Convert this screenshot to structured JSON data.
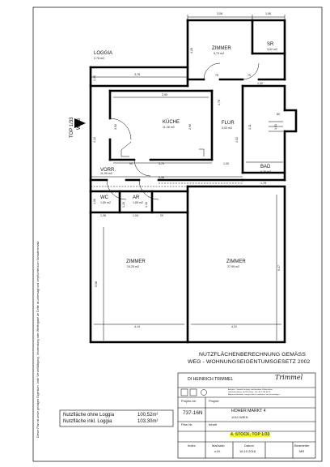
{
  "side_note": "Dieser Plan ist unser geistiges Eigentum. Jede Vervielfältigung, Verwendung oder Weitergabe an Dritte ist untersagt und verpflichtet zum Schadenersatz",
  "unit_label": {
    "top": "TOP 1/33",
    "abbr": "WEG"
  },
  "rooms": {
    "zimmer_top": {
      "name": "ZIMMER",
      "area": "9,73 m2"
    },
    "sr": {
      "name": "SR",
      "area": "3,02 m2"
    },
    "loggia": {
      "name": "LOGGIA",
      "area": "2,78 m2"
    },
    "kueche": {
      "name": "KÜCHE",
      "area": "11,26 m2"
    },
    "flur": {
      "name": "FLUR",
      "area": "3,03 m2"
    },
    "bad": {
      "name": "BAD",
      "area": "6,76 m2"
    },
    "vorr": {
      "name": "VORR.",
      "area": "11,99 m2"
    },
    "wc": {
      "name": "WC",
      "area": "1,60 m2"
    },
    "ar": {
      "name": "AR",
      "area": "1,65 m2"
    },
    "zimmer_left": {
      "name": "ZIMMER",
      "area": "24,25 m2"
    },
    "zimmer_right": {
      "name": "ZIMMER",
      "area": "27,99 m2"
    }
  },
  "dimensions": {
    "d_308": "3,08",
    "d_106": "1,06",
    "d_328": "3,28",
    "d_135": "1,35",
    "d_378": "3,78",
    "d_075": "75",
    "d_390": "3,90",
    "d_132": "1,32",
    "d_178": "1,78",
    "d_290": "2,90",
    "d_392": "3,92",
    "d_111": "1,11",
    "d_080": "80",
    "d_075b": "75",
    "d_412": "4,12",
    "d_101": "1,01",
    "d_452": "4,52",
    "d_178b": "1,78",
    "d_100": "1,00",
    "d_370": "3,70",
    "d_658": "6,58",
    "d_090": "90",
    "d_106b": "1,06",
    "d_136": "1,36",
    "d_120": "1,20",
    "d_110": "1,10",
    "d_104": "1,04",
    "d_598": "5,98",
    "d_647": "6,47",
    "d_414": "4,14",
    "d_431": "4,31",
    "d_020": "20"
  },
  "title": {
    "line1": "NUTZFLÄCHENBERECHNUNG GEMÄSS",
    "line2": "WEG - WOHNUNGSEIGENTUMSGESETZ 2002"
  },
  "areas": {
    "without_label": "Nutzfläche ohne Loggia",
    "without_value": "100,52m²",
    "with_label": "Nutzfläche inkl. Loggia",
    "with_value": "103,30m²"
  },
  "titleblock": {
    "architect": "DI HEINRICH TRIMMEL",
    "signature": "Trimmel",
    "office_lines": [
      "Architekt · Staatlich befugter und beeideter Ziviltechniker",
      "Großfeldsiedlung · A-1210 Wien · Tel +43 1 234 56 78",
      "Allgemein beeideter und gerichtlich zertifizierter Sachverständiger"
    ],
    "project_no_label": "Projekt-Nr.",
    "project_no": "737-16N",
    "project_label": "Projekt",
    "project_name": "HOHER MARKT 4",
    "project_city": "1010 WIEN",
    "plan_no_label": "Plan Nr.",
    "content_label": "Inhalt",
    "content_value": "4. STOCK, TOP 1/33",
    "index_label": "Index",
    "scale_label": "Maßstab",
    "scale_value": "o.M.",
    "date_label": "Datum",
    "date_value": "16.10.2018",
    "drawn_label": "Bearbeiter",
    "drawn_value": "MR"
  },
  "colors": {
    "highlight": "#f5f232",
    "wall": "#000000"
  }
}
